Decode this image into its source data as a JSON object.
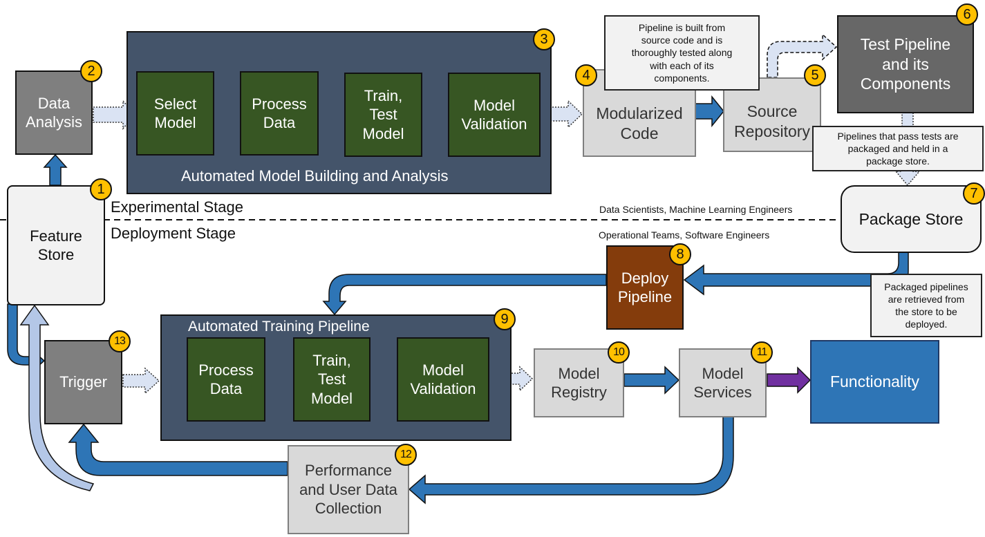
{
  "stages": {
    "experimental": "Experimental Stage",
    "deployment": "Deployment Stage",
    "experimental_roles": "Data Scientists, Machine Learning Engineers",
    "deployment_roles": "Operational Teams, Software Engineers"
  },
  "nodes": {
    "feature_store": {
      "label": "Feature\nStore",
      "badge": "1"
    },
    "data_analysis": {
      "label": "Data\nAnalysis",
      "badge": "2"
    },
    "automated_model_building": {
      "title": "Automated Model Building and Analysis",
      "badge": "3",
      "steps": [
        "Select\nModel",
        "Process\nData",
        "Train,\nTest\nModel",
        "Model\nValidation"
      ]
    },
    "modularized_code": {
      "label": "Modularized\nCode",
      "badge": "4"
    },
    "source_repository": {
      "label": "Source\nRepository",
      "badge": "5"
    },
    "test_pipeline": {
      "label": "Test Pipeline\nand its\nComponents",
      "badge": "6"
    },
    "package_store": {
      "label": "Package Store",
      "badge": "7"
    },
    "deploy_pipeline": {
      "label": "Deploy\nPipeline",
      "badge": "8"
    },
    "automated_training_pipeline": {
      "title": "Automated Training Pipeline",
      "badge": "9",
      "steps": [
        "Process\nData",
        "Train,\nTest\nModel",
        "Model\nValidation"
      ]
    },
    "model_registry": {
      "label": "Model\nRegistry",
      "badge": "10"
    },
    "model_services": {
      "label": "Model\nServices",
      "badge": "11"
    },
    "performance_collection": {
      "label": "Performance\nand User Data\nCollection",
      "badge": "12"
    },
    "trigger": {
      "label": "Trigger",
      "badge": "13"
    },
    "functionality": {
      "label": "Functionality"
    }
  },
  "notes": {
    "pipeline_built": "Pipeline is built from\nsource code and is\nthoroughly tested along\nwith each of its\ncomponents.",
    "pipelines_pass": "Pipelines that pass tests are\npackaged and held in a\npackage store.",
    "packaged_retrieved": "Packaged pipelines\nare retrieved from\nthe store to be\ndeployed."
  },
  "colors": {
    "badge": "#ffc000",
    "step_green": "#375623",
    "container_navy": "#44546a",
    "arrow_blue": "#2e75b6",
    "arrow_light": "#dae3f3",
    "arrow_purple": "#7030a0",
    "deploy_brown": "#843c0c",
    "functionality_blue": "#2e75b6"
  }
}
